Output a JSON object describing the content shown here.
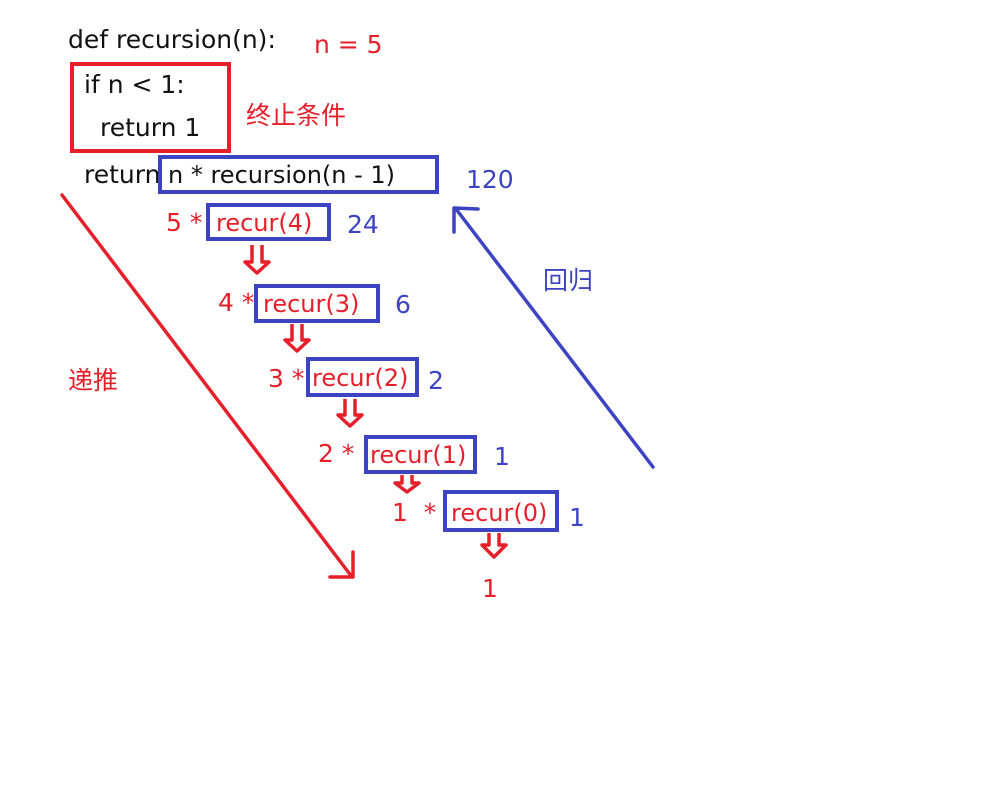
{
  "colors": {
    "text": "#111111",
    "red": "#e5202b",
    "blue": "#3d44c4"
  },
  "code": {
    "def_line": "def recursion(n):",
    "if_line": "if n < 1:",
    "return_one_line": "return 1",
    "return_keyword": "return",
    "return_expr": "n * recursion(n - 1)"
  },
  "n_label": "n = 5",
  "base_case_label": "终止条件",
  "recurse_label": "递推",
  "return_label": "回归",
  "top_result": "120",
  "steps": [
    {
      "multiplier": "5 *",
      "call": "recur(4)",
      "result": "24"
    },
    {
      "multiplier": "4 *",
      "call": "recur(3)",
      "result": "6"
    },
    {
      "multiplier": "3 *",
      "call": "recur(2)",
      "result": "2"
    },
    {
      "multiplier": "2 *",
      "call": "recur(1)",
      "result": "1"
    },
    {
      "multiplier": "1  *",
      "call": "recur(0)",
      "result": "1"
    }
  ],
  "base_value": "1"
}
